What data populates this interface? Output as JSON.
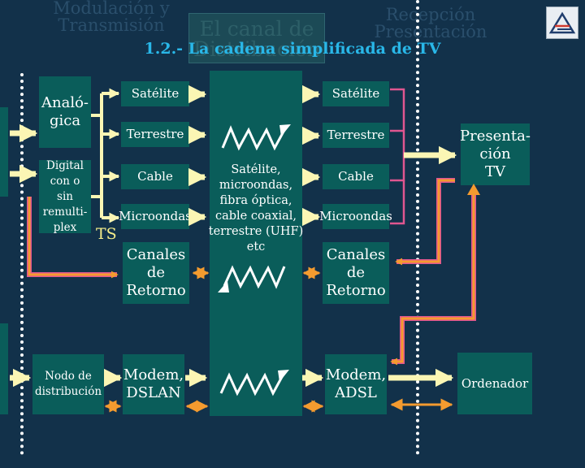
{
  "header": {
    "title": "1.2.- La cadena simplificada de TV",
    "bg_col1": "Modulación y\nTransmisión",
    "bg_col2": "El canal de\nDistribución",
    "bg_col3": "Recepción Presentación"
  },
  "colors": {
    "background": "#12314a",
    "box": "#0a5d5a",
    "arrow": "#fbf6b4",
    "line_orange": "#f49b2f",
    "line_pink": "#e05690",
    "title": "#29b7e8"
  },
  "left": {
    "analogica": "Analó-\ngica",
    "digital": "Digital\ncon o sin\nremulti-\nplex",
    "ts_label": "TS",
    "nodo": "Nodo de\ndistribución"
  },
  "tx": {
    "satelite": "Satélite",
    "terrestre": "Terrestre",
    "cable": "Cable",
    "microondas": "Microondas",
    "canales_retorno": "Canales\nde\nRetorno",
    "modem_dslan": "Modem,\nDSLAN"
  },
  "channel": {
    "media": "Satélite,\nmicroondas,\nfibra óptica,\ncable coaxial,\nterrestre (UHF)\netc"
  },
  "rx": {
    "satelite": "Satélite",
    "terrestre": "Terrestre",
    "cable": "Cable",
    "microondas": "Microondas",
    "canales_retorno": "Canales\nde\nRetorno",
    "modem_adsl": "Modem,\nADSL"
  },
  "presentation": {
    "tv": "Presenta-\nción\nTV",
    "ordenador": "Ordenador"
  },
  "icons": {
    "logo": "university-logo-icon",
    "signal": "zigzag-signal-icon"
  }
}
